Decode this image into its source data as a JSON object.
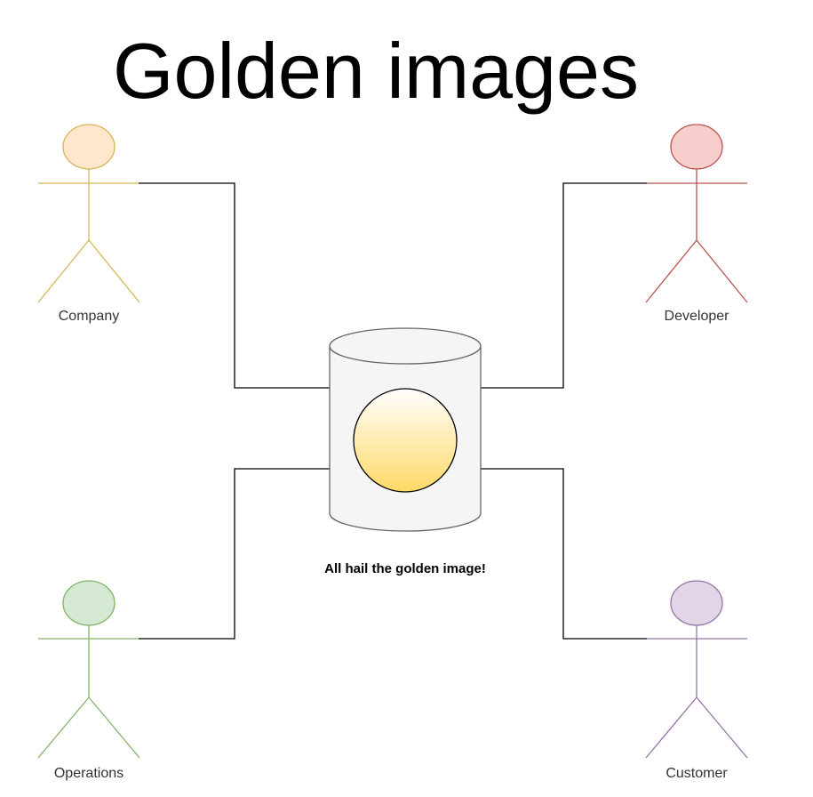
{
  "title": "Golden images",
  "center": {
    "label": "All hail the golden image!"
  },
  "actors": {
    "company": {
      "label": "Company",
      "fill": "#ffe6cc",
      "stroke": "#d6b656"
    },
    "developer": {
      "label": "Developer",
      "fill": "#f8cecc",
      "stroke": "#b85450"
    },
    "operations": {
      "label": "Operations",
      "fill": "#d5e8d4",
      "stroke": "#82b366"
    },
    "customer": {
      "label": "Customer",
      "fill": "#e1d5e7",
      "stroke": "#9673a6"
    }
  },
  "colors": {
    "connector": "#000000",
    "cylinder_fill": "#f5f5f5",
    "cylinder_stroke": "#666666",
    "gold_top": "#ffffff",
    "gold_bottom": "#ffd966",
    "gold_stroke": "#000000"
  }
}
